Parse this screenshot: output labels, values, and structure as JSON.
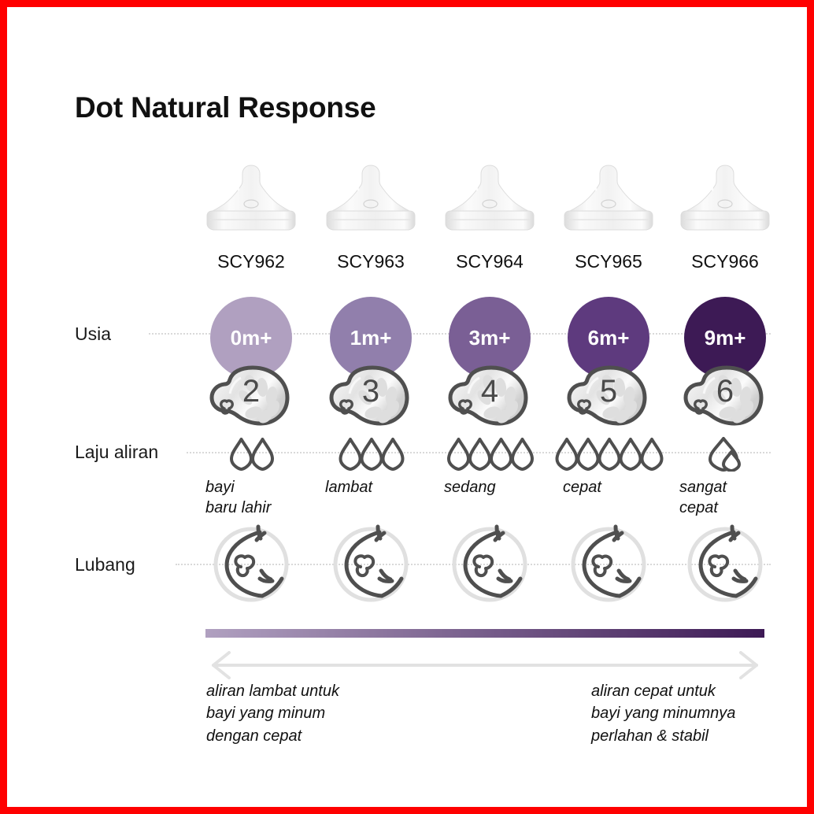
{
  "page": {
    "title": "Dot Natural Response",
    "border_color": "#ff0000",
    "background": "#ffffff"
  },
  "row_labels": {
    "age": "Usia",
    "flow_rate": "Laju aliran",
    "hole": "Lubang"
  },
  "columns": [
    {
      "product_code": "SCY962",
      "age": "0m+",
      "bubble_color": "#b0a0c0",
      "flow_number": "2",
      "droplet_count": 2,
      "droplet_style": "outline",
      "flow_label": "bayi\nbaru lahir",
      "icon_nipple": "nipple-icon",
      "icon_hole": "hole-icon"
    },
    {
      "product_code": "SCY963",
      "age": "1m+",
      "bubble_color": "#917fac",
      "flow_number": "3",
      "droplet_count": 3,
      "droplet_style": "outline",
      "flow_label": "lambat",
      "icon_nipple": "nipple-icon",
      "icon_hole": "hole-icon"
    },
    {
      "product_code": "SCY964",
      "age": "3m+",
      "bubble_color": "#7a5f95",
      "flow_number": "4",
      "droplet_count": 4,
      "droplet_style": "outline",
      "flow_label": "sedang",
      "icon_nipple": "nipple-icon",
      "icon_hole": "hole-icon"
    },
    {
      "product_code": "SCY965",
      "age": "6m+",
      "bubble_color": "#5e3a7e",
      "flow_number": "5",
      "droplet_count": 5,
      "droplet_style": "outline",
      "flow_label": "cepat",
      "icon_nipple": "nipple-icon",
      "icon_hole": "hole-icon"
    },
    {
      "product_code": "SCY966",
      "age": "9m+",
      "bubble_color": "#3d1a55",
      "flow_number": "6",
      "droplet_count": 1,
      "droplet_style": "nested",
      "flow_label": "sangat\ncepat",
      "icon_nipple": "nipple-icon",
      "icon_hole": "hole-icon"
    }
  ],
  "scale": {
    "gradient_from": "#b0a0c0",
    "gradient_to": "#3d1a55",
    "arrow_color": "#e0e0e0",
    "caption_left": "aliran lambat untuk\nbayi yang minum\ndengan cepat",
    "caption_right": "aliran cepat untuk\nbayi yang minumnya\nperlahan & stabil"
  }
}
